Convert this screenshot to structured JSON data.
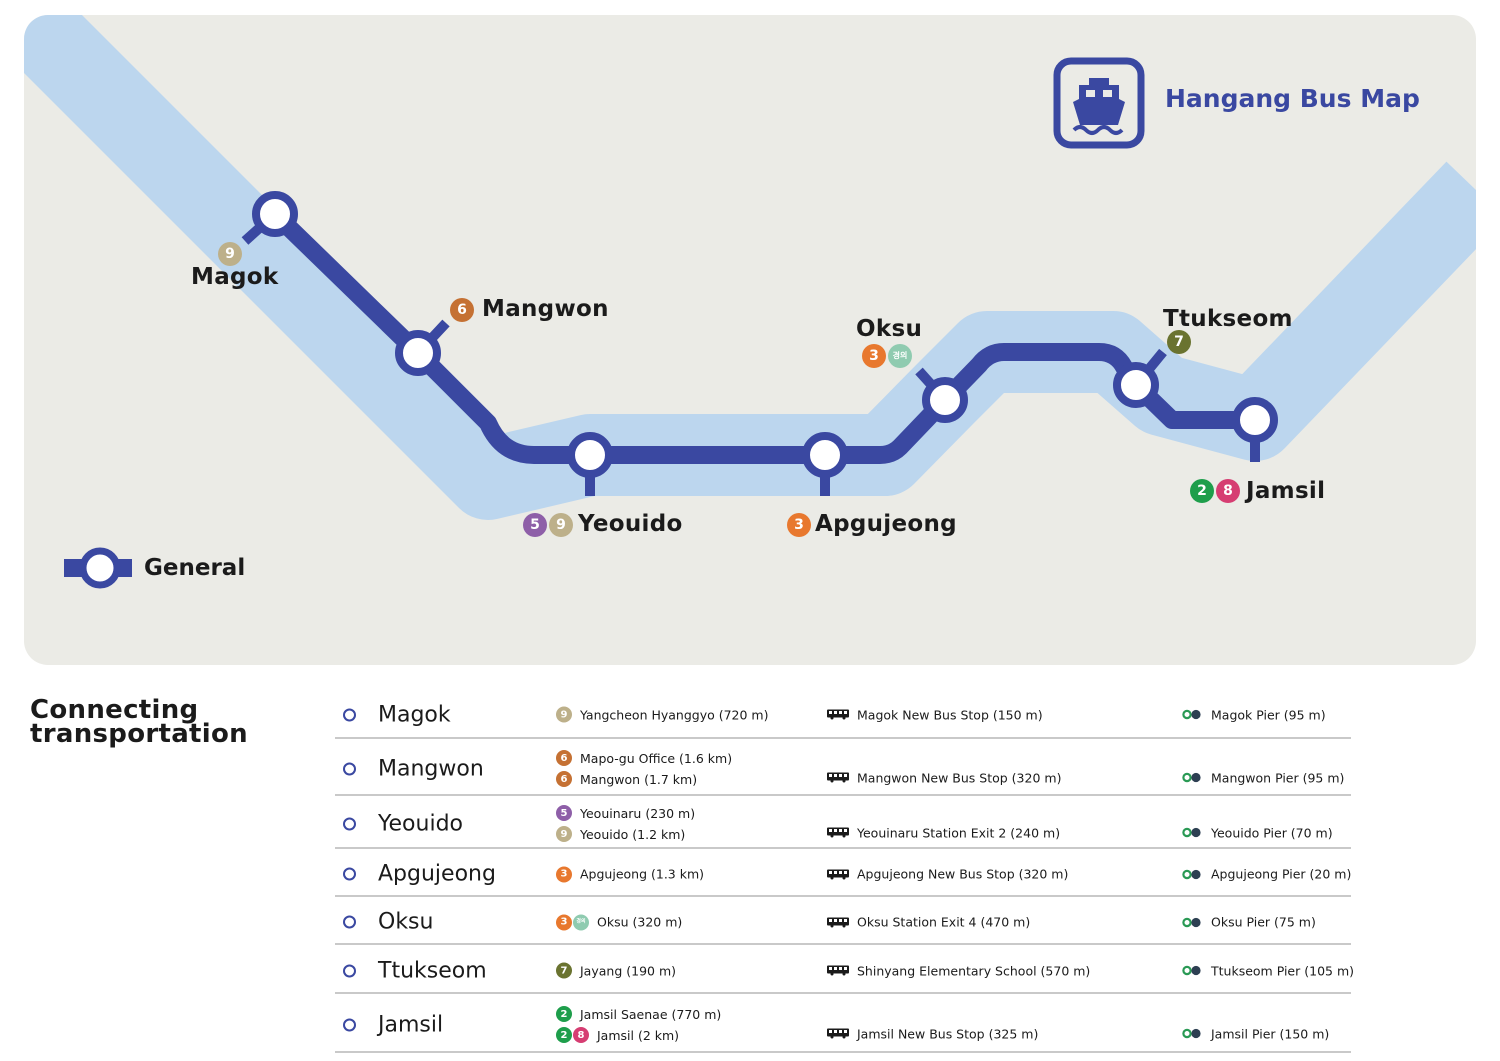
{
  "title": "Hangang Bus Map",
  "legend": {
    "label": "General"
  },
  "colors": {
    "route": "#3a48a1",
    "river": "#bcd6ee",
    "background": "#ebebe6"
  },
  "lines": {
    "2": "#1e9e4b",
    "3": "#e8782e",
    "5": "#8e5fa8",
    "6": "#c57133",
    "7": "#6a7330",
    "8": "#d63d72",
    "9": "#bdb08a",
    "gyeongui": "#8fcbb0"
  },
  "map_stations": [
    {
      "name": "Magok",
      "lines": [
        "9"
      ]
    },
    {
      "name": "Mangwon",
      "lines": [
        "6"
      ]
    },
    {
      "name": "Yeouido",
      "lines": [
        "5",
        "9"
      ]
    },
    {
      "name": "Apgujeong",
      "lines": [
        "3"
      ]
    },
    {
      "name": "Oksu",
      "lines": [
        "3",
        "gyeongui"
      ]
    },
    {
      "name": "Ttukseom",
      "lines": [
        "7"
      ]
    },
    {
      "name": "Jamsil",
      "lines": [
        "2",
        "8"
      ]
    }
  ],
  "connecting": {
    "title_line1": "Connecting",
    "title_line2": "transportation",
    "rows": [
      {
        "name": "Magok",
        "subway": [
          {
            "lines": [
              "9"
            ],
            "text": "Yangcheon Hyanggyo (720 m)"
          }
        ],
        "bus": "Magok New Bus Stop (150 m)",
        "pier": "Magok Pier (95 m)"
      },
      {
        "name": "Mangwon",
        "subway": [
          {
            "lines": [
              "6"
            ],
            "text": "Mapo-gu Office (1.6 km)"
          },
          {
            "lines": [
              "6"
            ],
            "text": "Mangwon (1.7 km)"
          }
        ],
        "bus": "Mangwon New Bus Stop (320 m)",
        "pier": "Mangwon Pier (95 m)"
      },
      {
        "name": "Yeouido",
        "subway": [
          {
            "lines": [
              "5"
            ],
            "text": "Yeouinaru (230 m)"
          },
          {
            "lines": [
              "9"
            ],
            "text": "Yeouido (1.2 km)"
          }
        ],
        "bus": "Yeouinaru Station Exit 2 (240 m)",
        "pier": "Yeouido Pier (70 m)"
      },
      {
        "name": "Apgujeong",
        "subway": [
          {
            "lines": [
              "3"
            ],
            "text": "Apgujeong (1.3 km)"
          }
        ],
        "bus": "Apgujeong New Bus Stop (320 m)",
        "pier": "Apgujeong Pier (20 m)"
      },
      {
        "name": "Oksu",
        "subway": [
          {
            "lines": [
              "3",
              "gyeongui"
            ],
            "text": "Oksu (320 m)"
          }
        ],
        "bus": "Oksu Station Exit 4 (470 m)",
        "pier": "Oksu Pier (75 m)"
      },
      {
        "name": "Ttukseom",
        "subway": [
          {
            "lines": [
              "7"
            ],
            "text": "Jayang (190 m)"
          }
        ],
        "bus": "Shinyang Elementary School (570 m)",
        "pier": "Ttukseom Pier (105 m)"
      },
      {
        "name": "Jamsil",
        "subway": [
          {
            "lines": [
              "2"
            ],
            "text": "Jamsil Saenae (770 m)"
          },
          {
            "lines": [
              "2",
              "8"
            ],
            "text": "Jamsil (2 km)"
          }
        ],
        "bus": "Jamsil New Bus Stop (325 m)",
        "pier": "Jamsil Pier (150 m)"
      }
    ]
  }
}
